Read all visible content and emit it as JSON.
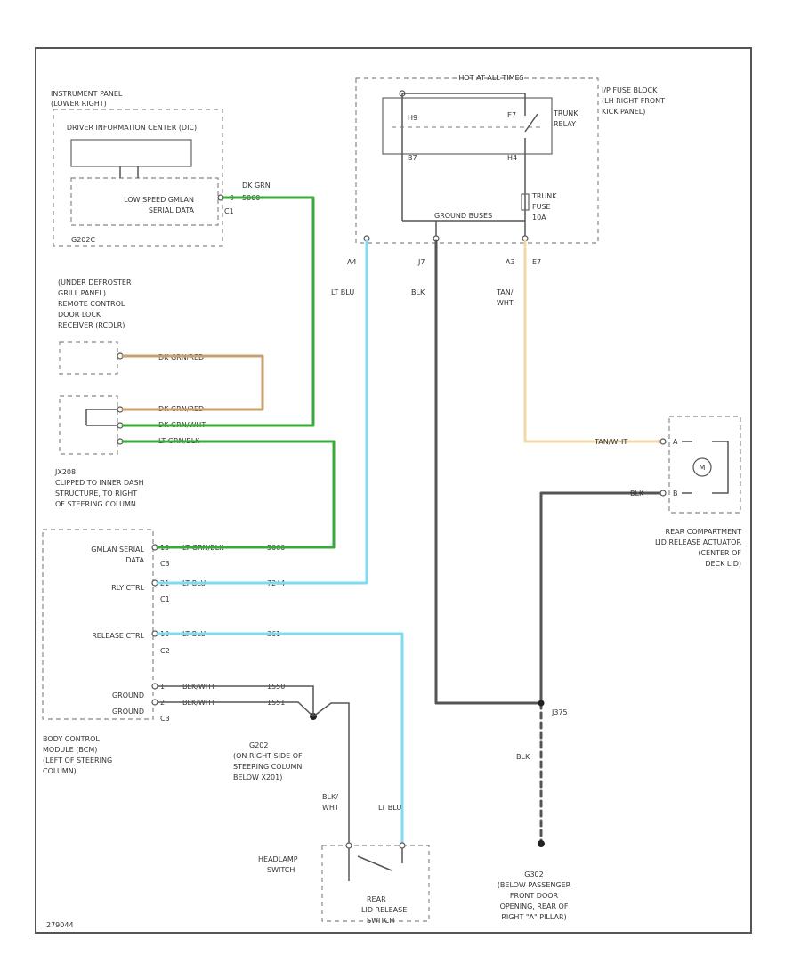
{
  "colors": {
    "green": "#3aa83a",
    "tan": "#c8a070",
    "light_blue": "#7fdcf0",
    "black_wire": "#555555",
    "tan_white": "#f0d8a8",
    "frame": "#555555"
  },
  "diagram": {
    "instrument_panel": {
      "title_line1": "INSTRUMENT PANEL",
      "title_line2": "(LOWER RIGHT)",
      "dic": "DRIVER INFORMATION CENTER (DIC)",
      "module_line1": "LOW SPEED GMLAN",
      "module_line2": "SERIAL DATA",
      "pin": "9",
      "wire_color": "DK GRN",
      "wire_circuit": "5060",
      "connector": "C1",
      "ground_label": "G202C"
    },
    "remote_control": {
      "line1": "(UNDER DEFROSTER",
      "line2": "GRILL PANEL)",
      "line3": "REMOTE CONTROL",
      "line4": "DOOR LOCK",
      "line5": "RECEIVER (RCDLR)",
      "wire1": "DK GRN/RED",
      "wire2": "DK GRN/RED",
      "wire3": "DK GRN/WHT",
      "wire4": "LT GRN/BLK"
    },
    "jlink": {
      "line1": "JX208",
      "line2": "CLIPPED TO INNER DASH",
      "line3": "STRUCTURE, TO RIGHT",
      "line4": "OF STEERING COLUMN"
    },
    "bcm": {
      "serial_line1": "GMLAN SERIAL",
      "serial_line2": "DATA",
      "rly_ctrl": "RLY CTRL",
      "release_ctrl": "RELEASE CTRL",
      "ground1": "GROUND",
      "ground2": "GROUND",
      "pin_serial": "15",
      "pin_rly": "21",
      "pin_release": "10",
      "pin_gnd1": "1",
      "pin_gnd2": "2",
      "conn_c3": "C3",
      "conn_c1": "C1",
      "conn_c2": "C2",
      "conn_c3b": "C3",
      "wire_serial": "LT GRN/BLK",
      "circuit_serial": "5060",
      "wire_rly": "LT BLU",
      "circuit_rly": "7244",
      "wire_release": "LT BLU",
      "circuit_release": "361",
      "wire_gnd1": "BLK/WHT",
      "circuit_gnd1": "1550",
      "wire_gnd2": "BLK/WHT",
      "circuit_gnd2": "1551",
      "title_line1": "BODY CONTROL",
      "title_line2": "MODULE (BCM)",
      "title_line3": "(LEFT OF STEERING",
      "title_line4": "COLUMN)"
    },
    "ground_g202": {
      "line1": "G202",
      "line2": "(ON RIGHT SIDE OF",
      "line3": "STEERING COLUMN",
      "line4": "BELOW X201)"
    },
    "fuse_block": {
      "top_label": "HOT AT ALL TIMES",
      "pin_h9": "H9",
      "pin_e7": "E7",
      "pin_b7": "B7",
      "pin_h4": "H4",
      "relay_line1": "TRUNK",
      "relay_line2": "RELAY",
      "fuse_line1": "TRUNK",
      "fuse_line2": "FUSE",
      "fuse_line3": "10A",
      "ground_bus": "GROUND BUSES",
      "title_line1": "I/P FUSE BLOCK",
      "title_line2": "(LH RIGHT FRONT",
      "title_line3": "KICK PANEL)",
      "pin_a4": "A4",
      "pin_j7": "J7",
      "pin_a3": "A3",
      "pin_e7b": "E7"
    },
    "wires": {
      "lt_blu": "LT BLU",
      "blk": "BLK",
      "tan_line1": "TAN/",
      "tan_line2": "WHT",
      "tan_wht": "TAN/WHT",
      "blk_short": "BLK",
      "splice": "J375",
      "blk_down": "BLK",
      "blk_wht_line1": "BLK/",
      "blk_wht_line2": "WHT",
      "lt_blu2": "LT BLU"
    },
    "rear_actuator": {
      "line1": "REAR COMPARTMENT",
      "line2": "LID RELEASE ACTUATOR",
      "line3": "(CENTER OF",
      "line4": "DECK LID)",
      "motor": "M",
      "pin_a": "A",
      "pin_b": "B"
    },
    "headlamp": {
      "line1": "HEADLAMP",
      "line2": "SWITCH",
      "switch_line1": "REAR",
      "switch_line2": "LID RELEASE",
      "switch_line3": "SWITCH"
    },
    "ground_g302": {
      "line1": "G302",
      "line2": "(BELOW PASSENGER",
      "line3": "FRONT DOOR",
      "line4": "OPENING, REAR OF",
      "line5": "RIGHT \"A\" PILLAR)"
    },
    "ref": "279044"
  }
}
